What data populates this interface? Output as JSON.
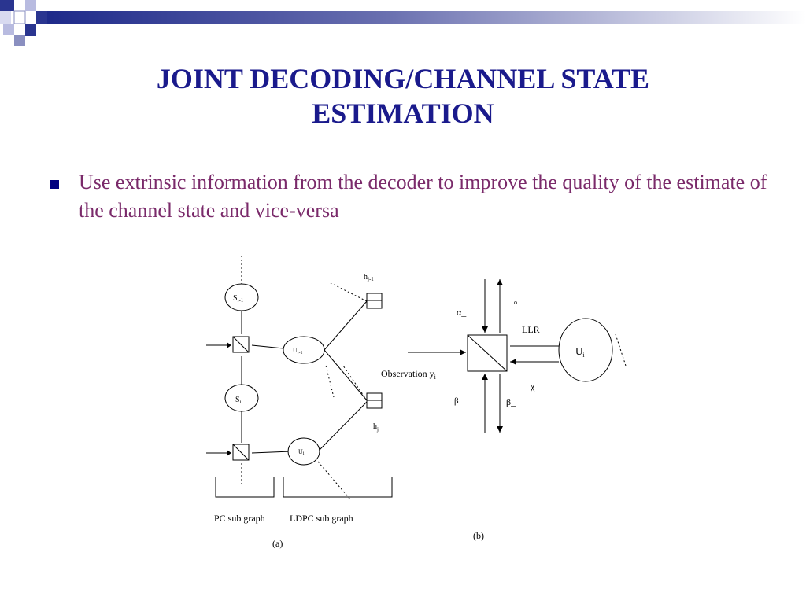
{
  "slide": {
    "title_lines": [
      "JOINT DECODING/CHANNEL STATE",
      "ESTIMATION"
    ],
    "bullet": "Use extrinsic information from the decoder to improve the quality of the estimate of the channel state and vice-versa"
  },
  "diagram_a": {
    "node_s_prev": {
      "base": "S",
      "sub": "i-1"
    },
    "node_s": {
      "base": "S",
      "sub": "i"
    },
    "node_u_prev": {
      "base": "U",
      "sub": "i-1"
    },
    "node_u": {
      "base": "U",
      "sub": "i"
    },
    "label_h_prev": {
      "base": "h",
      "sub": "j-1"
    },
    "label_h": {
      "base": "h",
      "sub": "j"
    },
    "brace_left_label": "PC sub graph",
    "brace_right_label": "LDPC sub graph",
    "caption": "(a)"
  },
  "diagram_b": {
    "alpha_label": "α_",
    "alpha_small": "o",
    "llr_label": "LLR",
    "node_u": {
      "base": "U",
      "sub": "i"
    },
    "observation_label": {
      "base": "Observation y",
      "sub": "i"
    },
    "chi_label": "χ",
    "beta_label": "β",
    "beta_underscore_label": "β_",
    "caption": "(b)"
  },
  "colors": {
    "title": "#1a1a8c",
    "bullet_text": "#7a2a6a",
    "bullet_marker": "#000080"
  }
}
